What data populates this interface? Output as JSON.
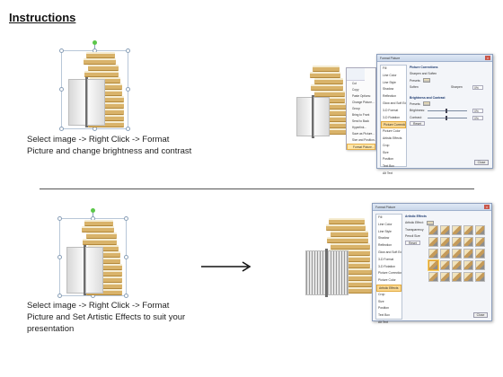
{
  "title": "Instructions",
  "step1": {
    "line1": "Select image -> Right Click -> Format",
    "line2": "Picture and change brightness and contrast"
  },
  "step2": {
    "line1": "Select image -> Right Click -> Format",
    "line2": "Picture and Set Artistic Effects to suit your",
    "line3": "presentation"
  },
  "context_menu": {
    "items": [
      "Cut",
      "Copy",
      "Paste Options:",
      "Change Picture...",
      "Group",
      "Bring to Front",
      "Send to Back",
      "Hyperlink...",
      "Save as Picture...",
      "Size and Position...",
      "Format Picture..."
    ],
    "highlighted": "Format Picture..."
  },
  "dialog1": {
    "title": "Format Picture",
    "nav": [
      "Fill",
      "Line Color",
      "Line Style",
      "Shadow",
      "Reflection",
      "Glow and Soft Edges",
      "3-D Format",
      "3-D Rotation",
      "Picture Corrections",
      "Picture Color",
      "Artistic Effects",
      "Crop",
      "Size",
      "Position",
      "Text Box",
      "Alt Text"
    ],
    "selected": "Picture Corrections",
    "section1": "Picture Corrections",
    "section1_sub": "Sharpen and Soften",
    "presets_label": "Presets:",
    "soften_label": "Soften",
    "sharpen_label": "Sharpen",
    "sharpen_value": "0%",
    "section2": "Brightness and Contrast",
    "brightness_label": "Brightness:",
    "brightness_value": "0%",
    "contrast_label": "Contrast:",
    "contrast_value": "0%",
    "reset_label": "Reset",
    "close_label": "Close"
  },
  "dialog2": {
    "title": "Format Picture",
    "nav": [
      "Fill",
      "Line Color",
      "Line Style",
      "Shadow",
      "Reflection",
      "Glow and Soft Edges",
      "3-D Format",
      "3-D Rotation",
      "Picture Corrections",
      "Picture Color",
      "Artistic Effects",
      "Crop",
      "Size",
      "Position",
      "Text Box",
      "Alt Text"
    ],
    "selected": "Artistic Effects",
    "section": "Artistic Effects",
    "artistic_effect_label": "Artistic Effect:",
    "transparency_label": "Transparency",
    "pencil_size_label": "Pencil Size",
    "reset_label": "Reset",
    "close_label": "Close"
  },
  "colors": {
    "accent": "#e6b04a",
    "selection_border": "#b8c7d8",
    "rotate_handle": "#5cc74a"
  },
  "icons": [
    "arrow-right-icon",
    "rotate-handle-icon",
    "close-icon"
  ]
}
